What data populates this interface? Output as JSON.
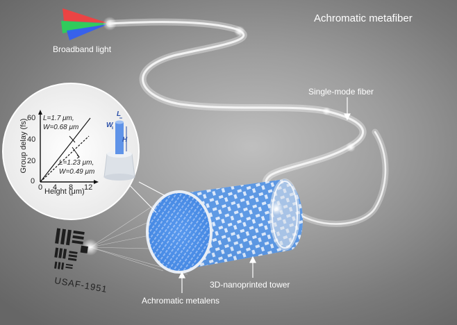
{
  "title": "Achromatic metafiber",
  "labels": {
    "broadband_light": "Broadband light",
    "single_mode_fiber": "Single-mode fiber",
    "tower": "3D-nanoprinted tower",
    "metalens": "Achromatic metalens",
    "usaf": "USAF-1951"
  },
  "inset": {
    "ylabel": "Group delay (fs)",
    "xlabel": "Height (μm)",
    "y_ticks": [
      "0",
      "20",
      "40",
      "60"
    ],
    "x_ticks": [
      "0",
      "4",
      "8",
      "12"
    ],
    "line1": {
      "L": "L=1.7 μm,",
      "W": "W=0.68 μm"
    },
    "line2": {
      "L": "L=1.23 μm,",
      "W": "W=0.49 μm"
    },
    "pillar": {
      "L": "L",
      "W": "W",
      "H": "H"
    }
  },
  "colors": {
    "background": "#9e9e9e",
    "fiber": "#f2f2f2",
    "metalens_blue": "#3f86e0",
    "tower_white": "#e8eef5"
  }
}
